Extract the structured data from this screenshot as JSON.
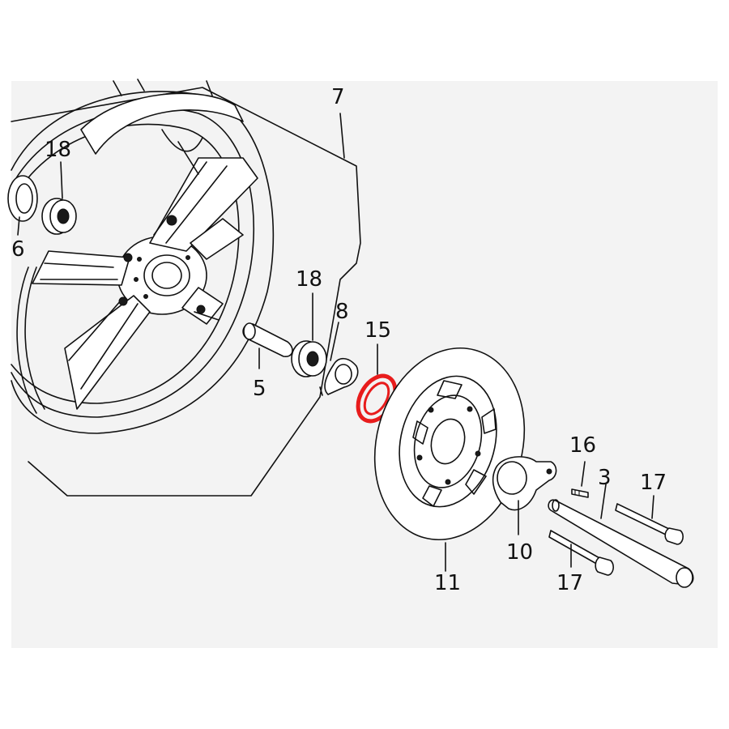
{
  "diagram": {
    "labels": {
      "p7": "7",
      "p18a": "18",
      "p6": "6",
      "p18b": "18",
      "p8": "8",
      "p15": "15",
      "p5": "5",
      "p16": "16",
      "p3": "3",
      "p17a": "17",
      "p10": "10",
      "p17b": "17",
      "p11": "11"
    },
    "highlight": {
      "part": "15",
      "color": "#e81c1c"
    },
    "colors": {
      "line": "#111111",
      "background": "#f3f3f3"
    }
  }
}
